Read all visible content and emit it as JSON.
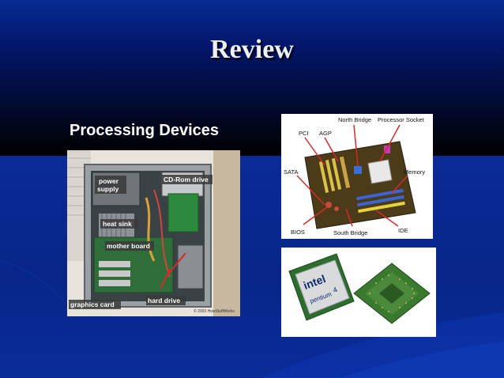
{
  "slide": {
    "title": "Review",
    "subtitle": "Processing Devices"
  },
  "pc_photo": {
    "labels": {
      "power_supply_line1": "power",
      "power_supply_line2": "supply",
      "cd_rom": "CD-Rom drive",
      "heat_sink": "heat sink",
      "mother_board": "mother board",
      "graphics_card": "graphics card",
      "hard_drive": "hard drive",
      "copyright": "© 2003 HowStuffWorks"
    }
  },
  "motherboard_diagram": {
    "labels": {
      "north_bridge": "North Bridge",
      "processor_socket": "Processor Socket",
      "pci": "PCI",
      "agp": "AGP",
      "sata": "SATA",
      "memory": "Memory",
      "bios": "BIOS",
      "south_bridge": "South Bridge",
      "ide": "IDE"
    }
  },
  "cpu_photo": {
    "chip_brand": "intel",
    "chip_model": "pentium",
    "chip_number": "4"
  },
  "colors": {
    "title_text": "#eef0f8",
    "background_dark": "#000000",
    "background_blue": "#0a2a95",
    "label_background": "#3a3a3a"
  }
}
